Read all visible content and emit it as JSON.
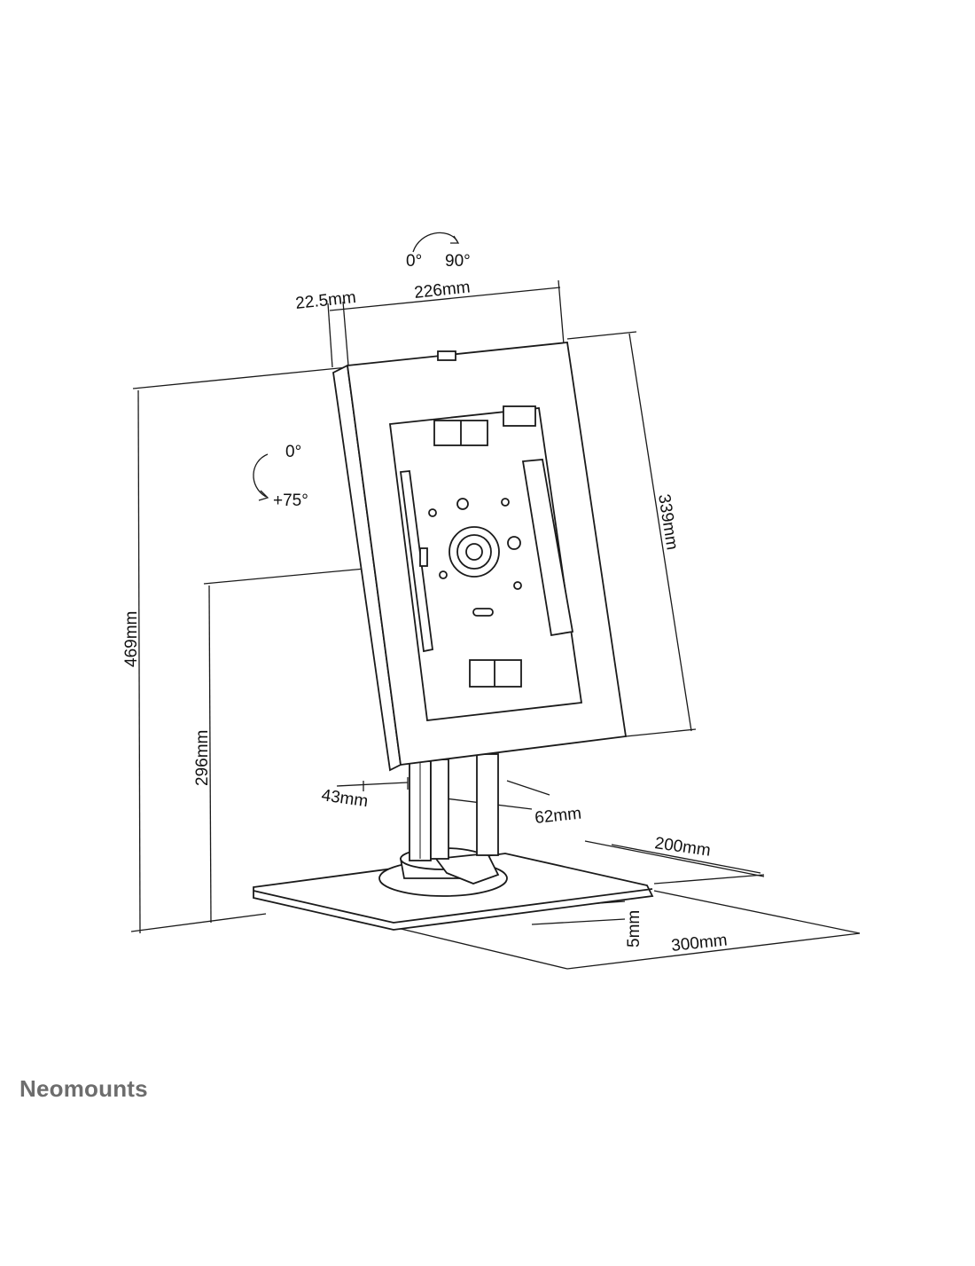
{
  "diagram": {
    "rotation_top": {
      "from": "0°",
      "to": "90°"
    },
    "tilt": {
      "from": "0°",
      "to": "+75°"
    },
    "dimensions": {
      "depth_offset": "22.5mm",
      "width": "226mm",
      "height_holder": "339mm",
      "height_total": "469mm",
      "height_center": "296mm",
      "pole_depth": "43mm",
      "pole_width": "62mm",
      "base_depth": "200mm",
      "base_width": "300mm",
      "base_thickness": "5mm"
    }
  },
  "brand": {
    "name": "Neomounts"
  },
  "colors": {
    "line": "#1a1a1a",
    "brand": "#6d6d6d"
  }
}
